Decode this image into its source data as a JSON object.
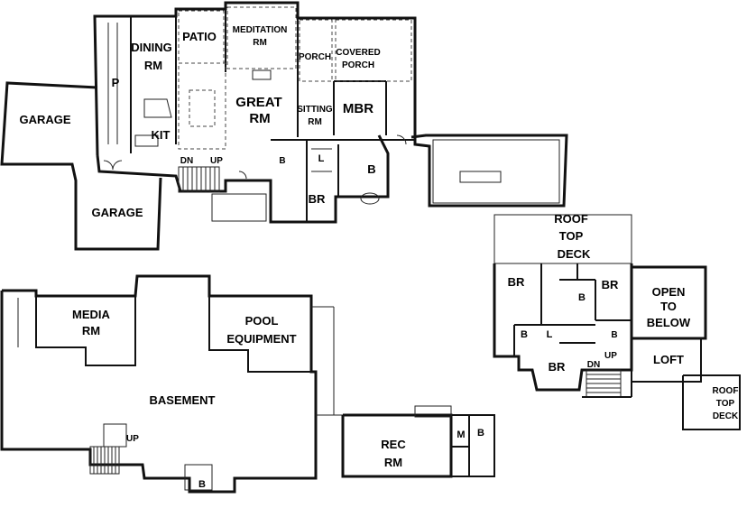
{
  "main_floor": {
    "garage_left": "GARAGE",
    "garage_bottom": "GARAGE",
    "dining": [
      "DINING",
      "RM"
    ],
    "patio": "PATIO",
    "meditation": [
      "MEDITATION",
      "RM"
    ],
    "porch": "PORCH",
    "covered_porch": [
      "COVERED",
      "PORCH"
    ],
    "pantry": "P",
    "great_room": [
      "GREAT",
      "RM"
    ],
    "sitting": [
      "SITTING",
      "RM"
    ],
    "mbr": "MBR",
    "kit": "KIT",
    "dn": "DN",
    "up": "UP",
    "bath_small": "B",
    "laundry": "L",
    "bath_master": "B",
    "br": "BR"
  },
  "upper_floor": {
    "roof_top_deck": [
      "ROOF",
      "TOP",
      "DECK"
    ],
    "br_left": "BR",
    "br_right": "BR",
    "br_bottom": "BR",
    "bath_a": "B",
    "bath_b": "B",
    "bath_c": "B",
    "laundry": "L",
    "open_to_below": [
      "OPEN",
      "TO",
      "BELOW"
    ],
    "loft": "LOFT",
    "dn": "DN",
    "up": "UP",
    "roof_top_deck_small": [
      "ROOF",
      "TOP",
      "DECK"
    ]
  },
  "basement_floor": {
    "media": [
      "MEDIA",
      "RM"
    ],
    "pool_equipment": [
      "POOL",
      "EQUIPMENT"
    ],
    "basement": "BASEMENT",
    "up": "UP",
    "bath": "B",
    "rec": [
      "REC",
      "RM"
    ],
    "mech": "M",
    "bath_rec": "B"
  }
}
